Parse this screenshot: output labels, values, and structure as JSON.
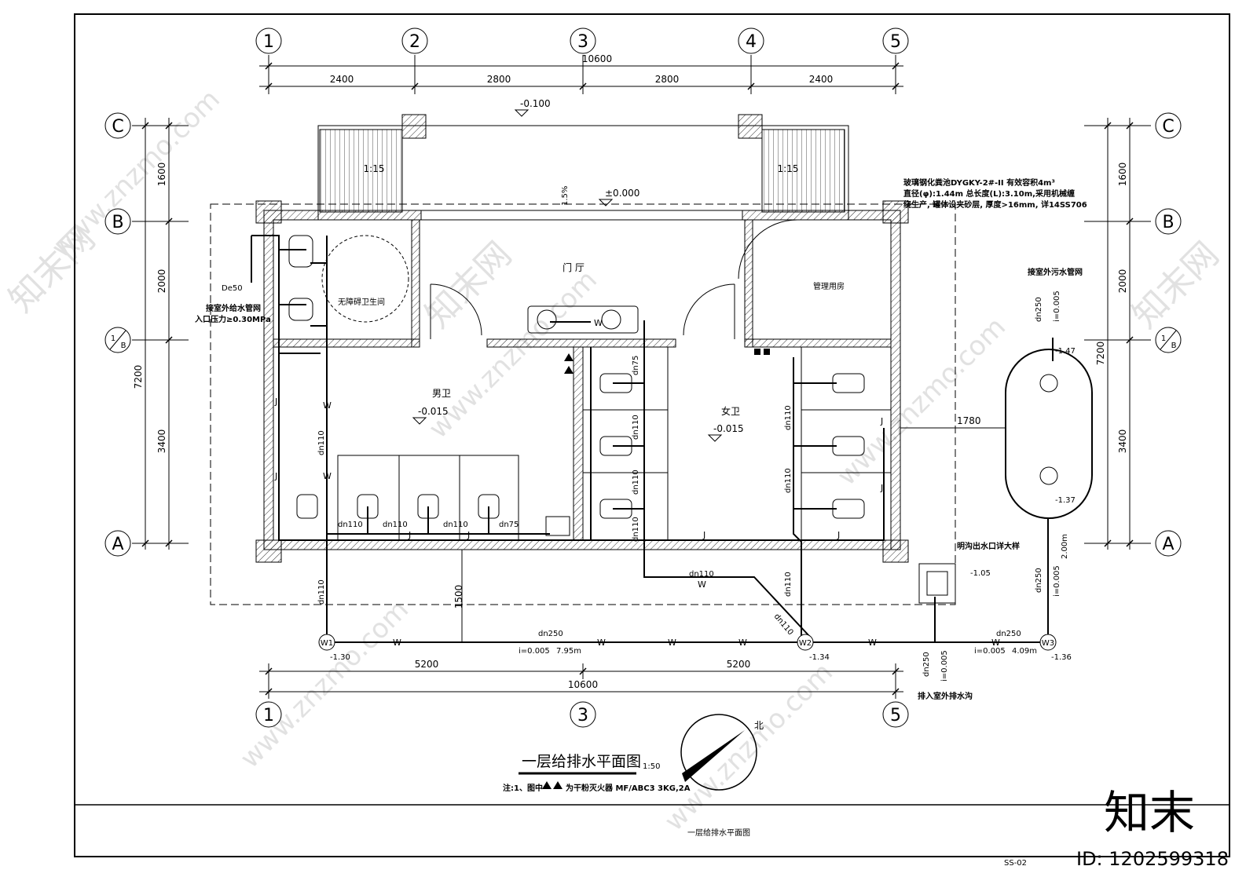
{
  "drawing": {
    "title": "一层给排水平面图",
    "scale": "1:50",
    "note": "注:1、图中",
    "note_tail": "为干粉灭火器 MF/ABC3 3KG,2A",
    "titleblock_name": "一层给排水平面图",
    "sheet_no": "SS-02",
    "north": "北"
  },
  "axes": {
    "top": [
      "1",
      "2",
      "3",
      "4",
      "5"
    ],
    "bottom": [
      "1",
      "3",
      "5"
    ],
    "left": [
      "C",
      "B",
      "1/B",
      "A"
    ],
    "right": [
      "C",
      "B",
      "1/B",
      "A"
    ],
    "sub_B": "1",
    "sub_B2": "B"
  },
  "dimensions": {
    "top_total": "10600",
    "top_spans": [
      "2400",
      "2800",
      "2800",
      "2400"
    ],
    "bottom_total": "10600",
    "bottom_spans": [
      "5200",
      "5200"
    ],
    "left_total": "7200",
    "left_spans": [
      "1600",
      "2000",
      "3400"
    ],
    "right_total": "7200",
    "right_spans": [
      "1600",
      "2000",
      "3400"
    ],
    "tank_gap": "1780",
    "yard_depth": "1500"
  },
  "rooms": {
    "hall": "门 厅",
    "accessible": "无障碍卫生间",
    "mgmt": "管理用房",
    "men": "男卫",
    "women": "女卫"
  },
  "levels": {
    "entry": "-0.100",
    "hall": "±0.000",
    "men": "-0.015",
    "women": "-0.015",
    "w1": "-1.30",
    "w2": "-1.34",
    "w3": "-1.36",
    "outlet": "-1.05",
    "tank_top": "-1.47",
    "tank_bottom": "-1.37"
  },
  "labels": {
    "ramp_left": "1:15",
    "ramp_right": "1:15",
    "slope": "1.5%",
    "tank_spec_1": "玻璃钢化粪池DYGKY-2#-II 有效容积4m³",
    "tank_spec_2": "直径(φ):1.44m 总长度(L):3.10m,采用机械缠",
    "tank_spec_3": "绕生产, 罐体设夹砂层, 厚度>16mm, 详14SS706",
    "sewer_conn": "接室外污水管网",
    "water_conn": "接室外给水管网",
    "water_pressure": "入口压力≥0.30MPa",
    "de50": "De50",
    "outlet_detail": "明沟出水口详大样",
    "discharge": "排入室外排水沟",
    "main_pipe_1": "dn250",
    "main_slope_1": "i=0.005",
    "main_len_1": "7.95m",
    "main_pipe_2": "dn250",
    "main_slope_2": "i=0.005",
    "main_len_2": "4.09m",
    "tank_pipe_top": "dn250",
    "tank_slope_top": "i=0.005",
    "tank_pipe_bot": "dn250",
    "tank_slope_bot": "i=0.005",
    "tank_len_bot": "2.00m",
    "disch_pipe": "dn250",
    "disch_slope": "i=0.005",
    "wells": [
      "W1",
      "W2",
      "W3"
    ],
    "dn110": "dn110",
    "dn75": "dn75",
    "water_tag": "J",
    "waste_tag": "W"
  },
  "watermark": {
    "site": "www.znzmo.com",
    "brand": "知末网",
    "logo": "知末",
    "id": "ID: 1202599318"
  }
}
